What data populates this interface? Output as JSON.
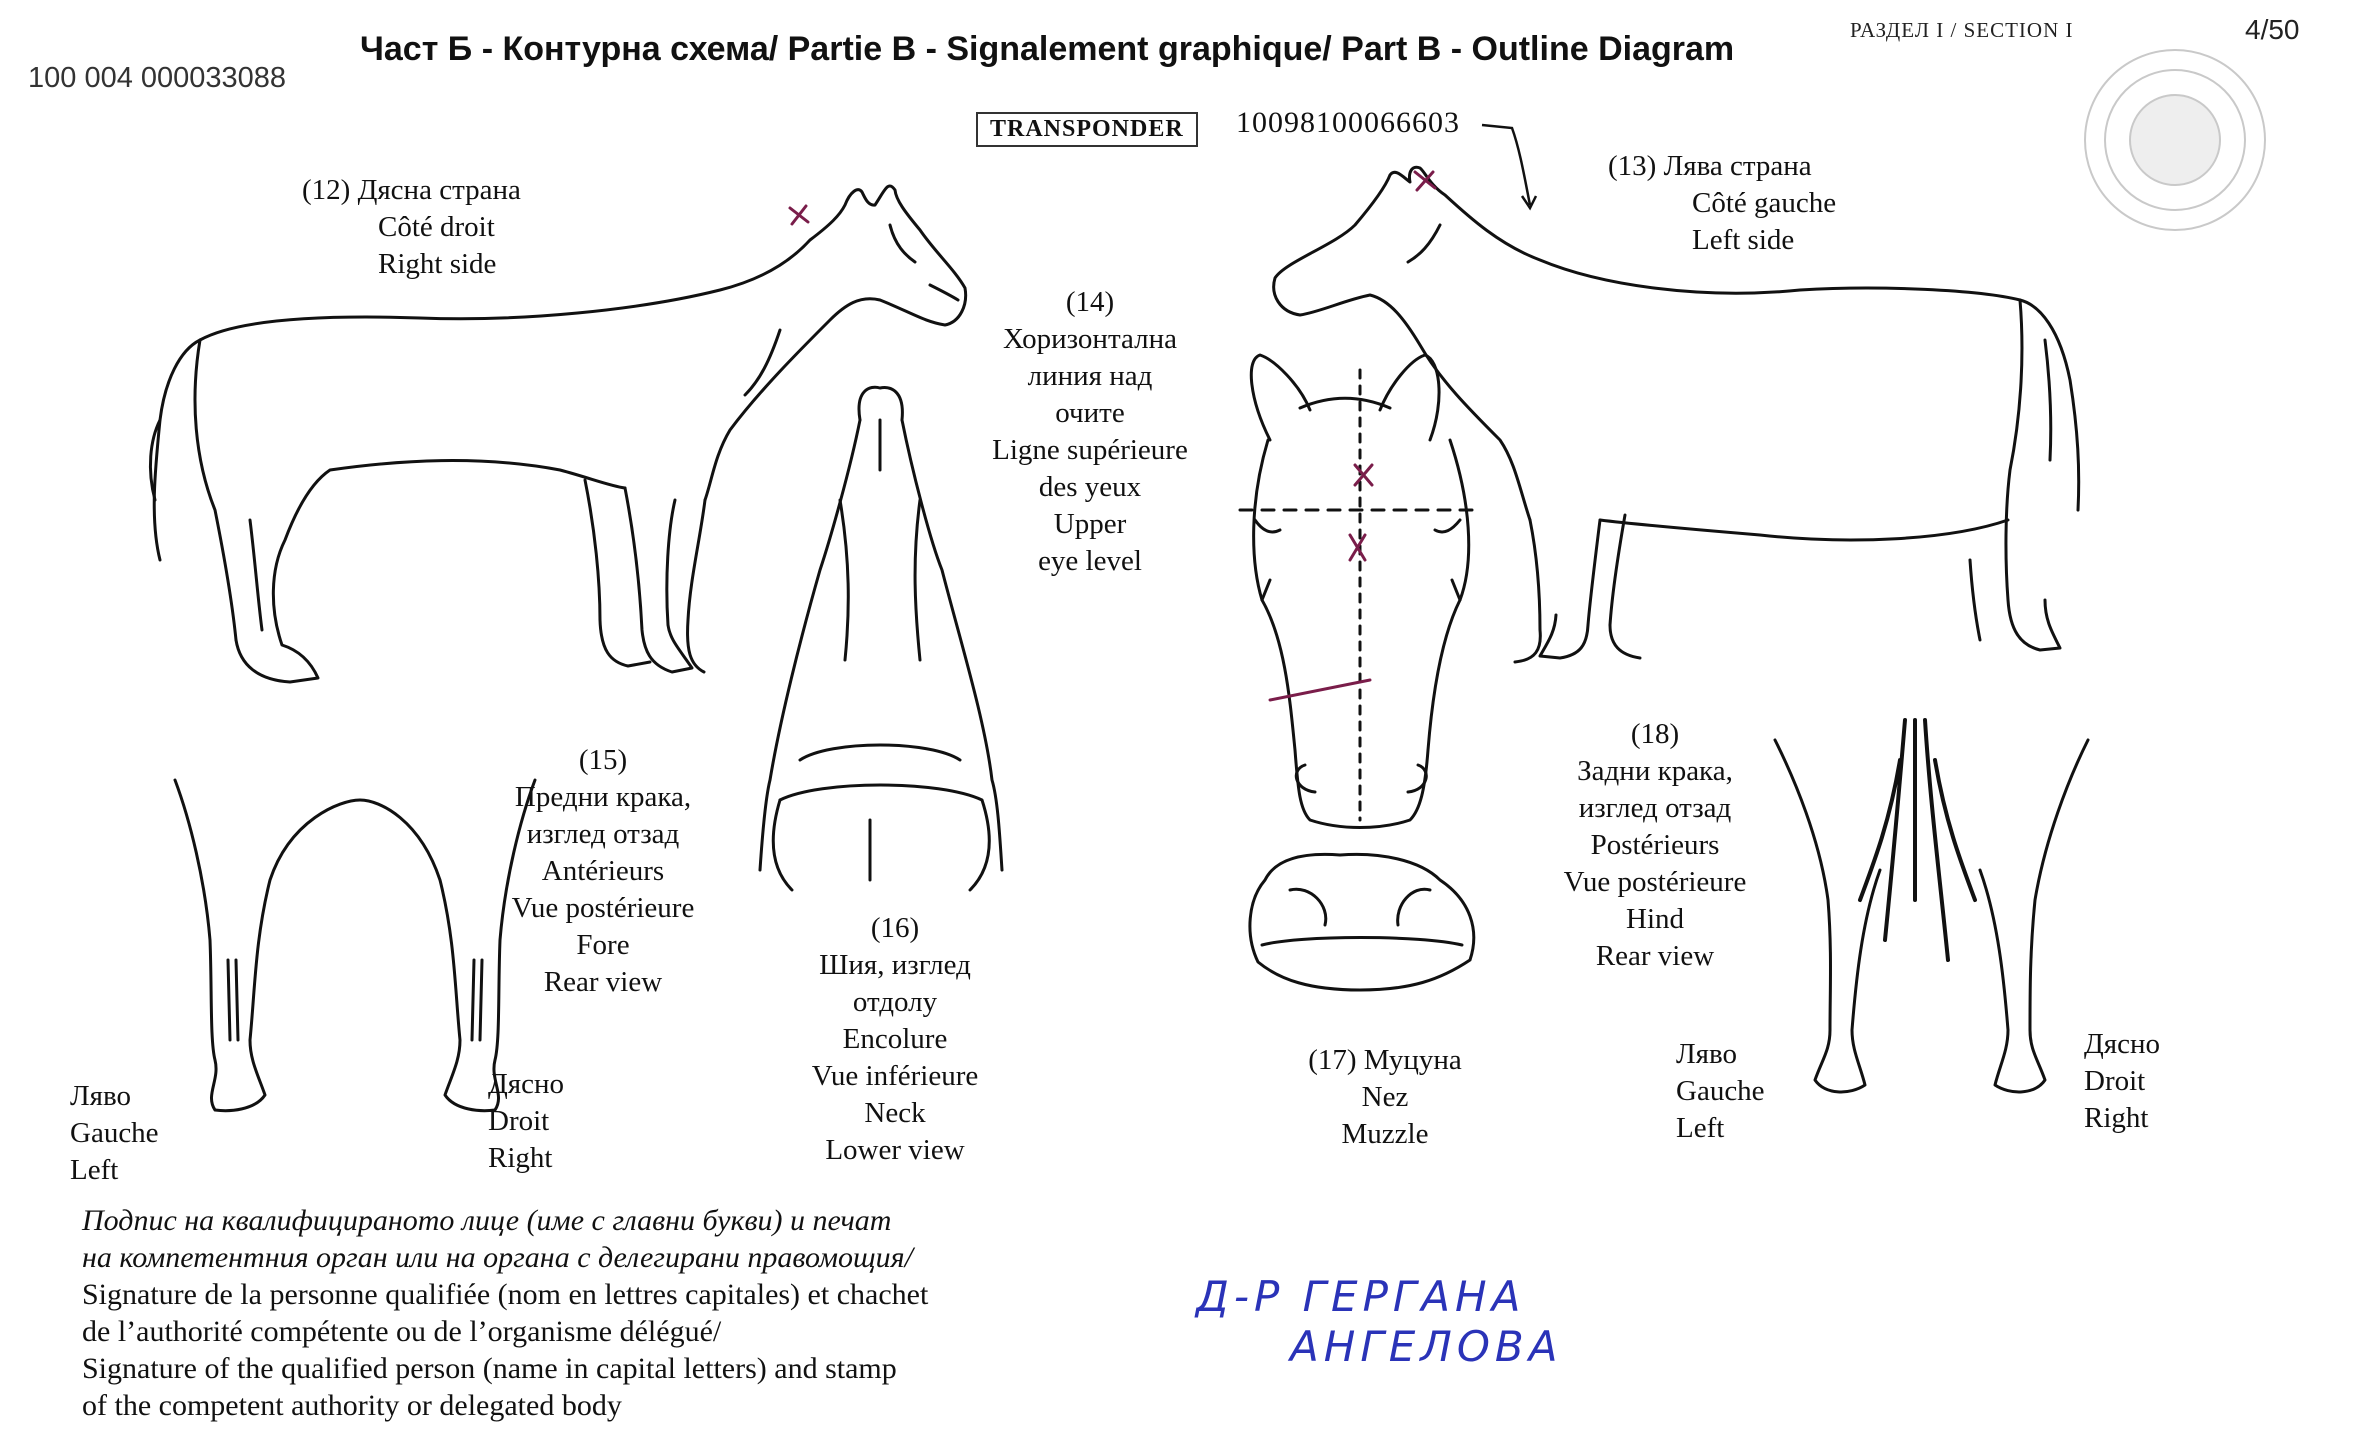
{
  "header": {
    "serial": "100 004 000033088",
    "title": "Част Б - Контурна схема/ Partie B - Signalement graphique/ Part B - Outline Diagram",
    "section": "РАЗДЕЛ I / SECTION I",
    "page": "4/50"
  },
  "transponder": {
    "label": "TRANSPONDER",
    "number": "10098100066603"
  },
  "views": {
    "right_side": {
      "lines": [
        "(12)  Дясна страна",
        "Côté droit",
        "Right side"
      ]
    },
    "left_side": {
      "lines": [
        "(13)  Лява страна",
        "Côté gauche",
        "Left side"
      ]
    },
    "eye_level": {
      "lines": [
        "(14)",
        "Хоризонтална",
        "линия над",
        "очите",
        "Ligne supérieure",
        "des yeux",
        "Upper",
        "eye level"
      ]
    },
    "fore": {
      "lines": [
        "(15)",
        "Предни крака,",
        "изглед отзад",
        "Antérieurs",
        "Vue postérieure",
        "Fore",
        "Rear view"
      ]
    },
    "fore_left": {
      "lines": [
        "Ляво",
        "Gauche",
        "Left"
      ]
    },
    "fore_right": {
      "lines": [
        "Дясно",
        "Droit",
        "Right"
      ]
    },
    "neck": {
      "lines": [
        "(16)",
        "Шия, изглед",
        "отдолу",
        "Encolure",
        "Vue inférieure",
        "Neck",
        "Lower view"
      ]
    },
    "muzzle": {
      "lines": [
        "(17) Муцуна",
        "Nez",
        "Muzzle"
      ]
    },
    "hind": {
      "lines": [
        "(18)",
        "Задни крака,",
        "изглед отзад",
        "Postérieurs",
        "Vue postérieure",
        "Hind",
        "Rear view"
      ]
    },
    "hind_left": {
      "lines": [
        "Ляво",
        "Gauche",
        "Left"
      ]
    },
    "hind_right": {
      "lines": [
        "Дясно",
        "Droit",
        "Right"
      ]
    }
  },
  "signature_block": {
    "line1": "Подпис на квалифицираното лице (име с главни букви) и печат",
    "line2": "на компетентния орган или на органа с делегирани правомощия/",
    "line3": "Signature de la personne qualifiée (nom en lettres capitales) et chachet",
    "line4": "de l’authorité compétente ou de l’organisme délégué/",
    "line5": "Signature of the qualified person (name in capital letters) and stamp",
    "line6": "of the competent authority or delegated body"
  },
  "handwritten": {
    "line1": "Д-Р ГЕРГАНА",
    "line2": "АНГЕЛОВА"
  },
  "colors": {
    "ink": "#111111",
    "handwriting": "#2a33b8"
  }
}
